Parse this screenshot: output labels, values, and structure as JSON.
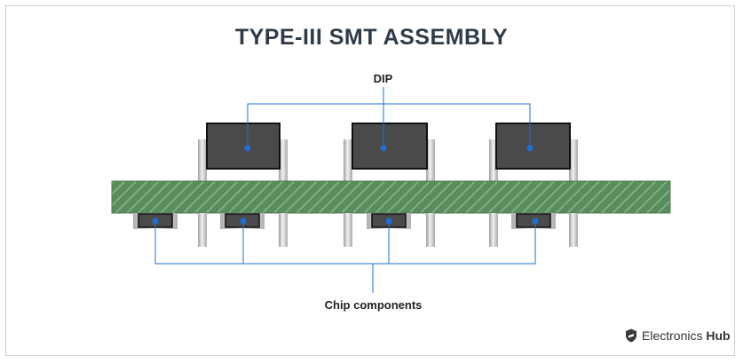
{
  "title": "TYPE-III SMT ASSEMBLY",
  "labels": {
    "dip": "DIP",
    "chip": "Chip components"
  },
  "brand": {
    "name_regular": "Electronics",
    "name_bold": "Hub",
    "icon": "shield-icon"
  },
  "colors": {
    "pcb_fill": "#5a8c5e",
    "pcb_hatch": "#7fb083",
    "chip_body": "#4a4a4a",
    "leader_line": "#1f6fd6",
    "dot": "#1f6fd6",
    "lead_light": "#e6e6e6",
    "lead_dark": "#9a9a9a",
    "title": "#2f3b46"
  }
}
